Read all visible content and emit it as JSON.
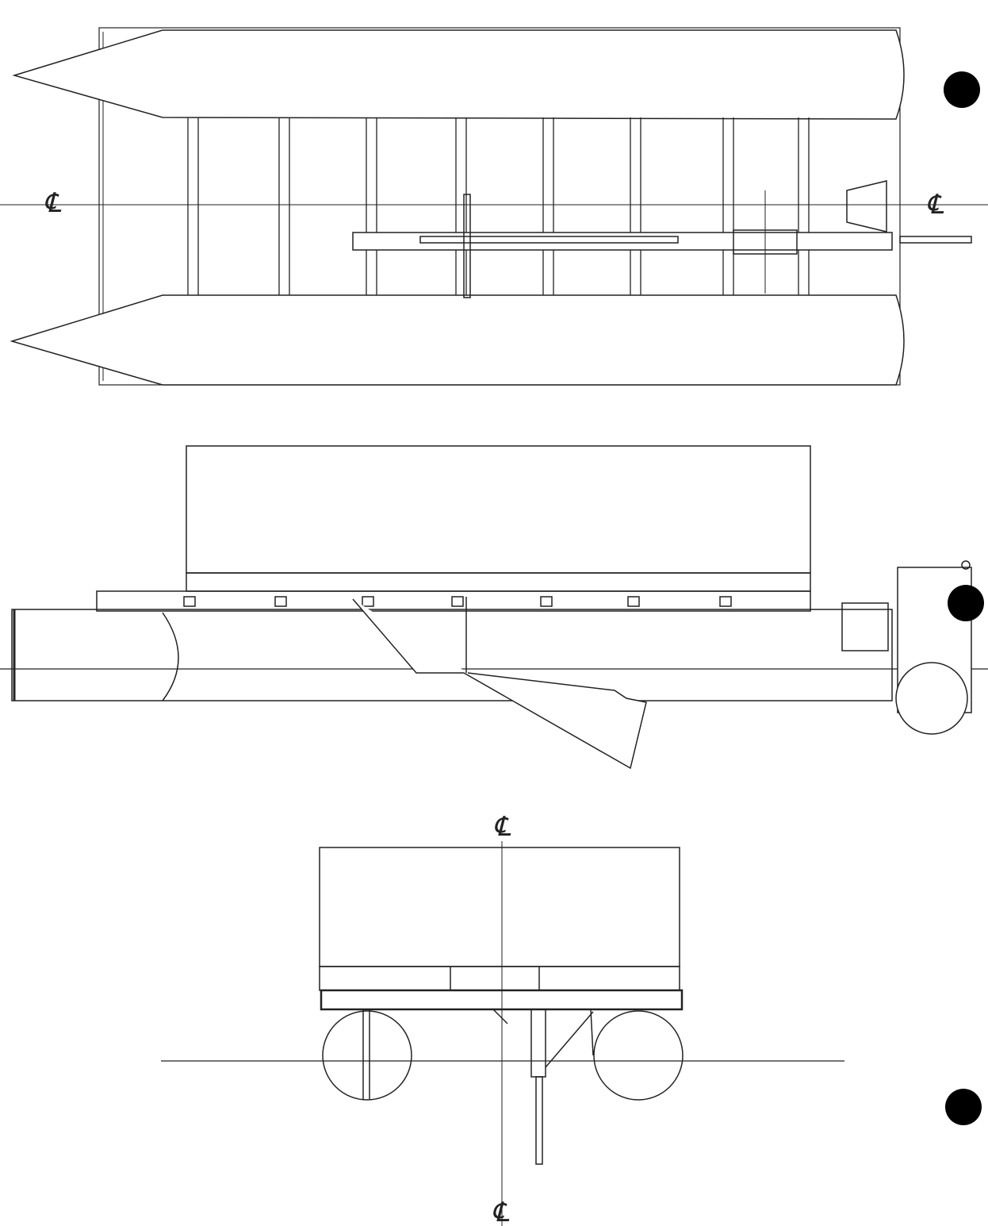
{
  "drawing": {
    "views": [
      "top-view",
      "side-view",
      "front-view"
    ],
    "centerline_labels": {
      "top_left": "℄",
      "top_right": "℄",
      "front_top": "℄",
      "front_bottom": "℄"
    },
    "colors": {
      "ink": "#222222",
      "punch_hole": "#000000"
    }
  }
}
